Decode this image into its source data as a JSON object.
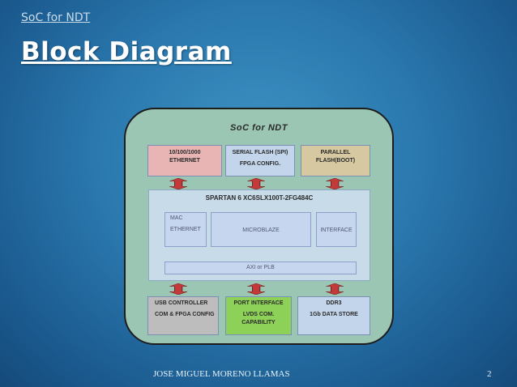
{
  "slide": {
    "breadcrumb": "SoC for NDT",
    "title": "Block Diagram",
    "footer": "JOSE MIGUEL MORENO LLAMAS",
    "page_number": "2"
  },
  "diagram": {
    "title": "SoC for NDT",
    "top_row": [
      {
        "lines": [
          "10/100/1000",
          "ETHERNET"
        ],
        "color": "#e8b4b4"
      },
      {
        "lines": [
          "SERIAL  FLASH (SPI)",
          "",
          "FPGA CONFIG."
        ],
        "color": "#c2d5ea"
      },
      {
        "lines": [
          "PARALLEL",
          "FLASH(BOOT)"
        ],
        "color": "#d6c9a2"
      }
    ],
    "fpga": {
      "title": "SPARTAN 6 XC6SLX100T-2FG484C",
      "mac_lines": [
        "MAC",
        "",
        "ETHERNET"
      ],
      "microblaze": "MICROBLAZE",
      "interface": "INTERFACE",
      "bus": "AXI or PLB"
    },
    "bottom_row": [
      {
        "lines": [
          "USB CONTROLLER",
          "",
          "COM  &  FPGA CONFIG"
        ],
        "color": "#bdbdbd"
      },
      {
        "lines": [
          "PORT INTERFACE",
          "",
          "LVDS COM.",
          "CAPABILITY"
        ],
        "color": "#8ed158"
      },
      {
        "lines": [
          "DDR3",
          "",
          "1Gb DATA  STORE"
        ],
        "color": "#c2d5ea"
      }
    ]
  }
}
